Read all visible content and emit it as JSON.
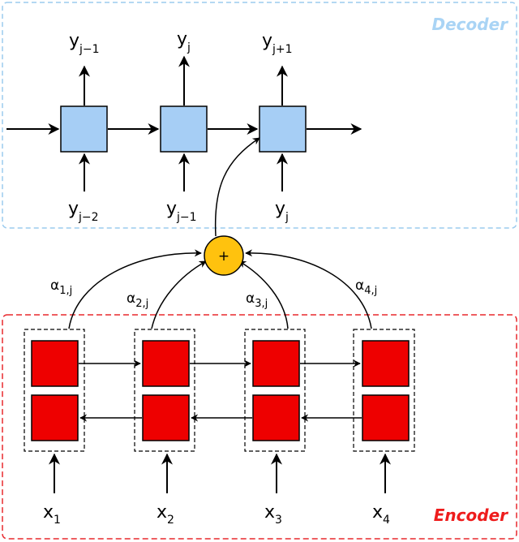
{
  "decoder": {
    "title": "Decoder",
    "title_color": "#a9d4f5",
    "outputs": [
      {
        "base": "y",
        "sub": "j−1"
      },
      {
        "base": "y",
        "sub": "j"
      },
      {
        "base": "y",
        "sub": "j+1"
      }
    ],
    "inputs": [
      {
        "base": "y",
        "sub": "j−2"
      },
      {
        "base": "y",
        "sub": "j−1"
      },
      {
        "base": "y",
        "sub": "j"
      }
    ],
    "cell_color": "#a6cef5"
  },
  "encoder": {
    "title": "Encoder",
    "title_color": "#ee1c1c",
    "inputs": [
      {
        "base": "x",
        "sub": "1"
      },
      {
        "base": "x",
        "sub": "2"
      },
      {
        "base": "x",
        "sub": "3"
      },
      {
        "base": "x",
        "sub": "4"
      }
    ],
    "cell_color": "#ee0000"
  },
  "attention": {
    "weights": [
      {
        "base": "α",
        "sub": "1,j"
      },
      {
        "base": "α",
        "sub": "2,j"
      },
      {
        "base": "α",
        "sub": "3,j"
      },
      {
        "base": "α",
        "sub": "4,j"
      }
    ],
    "sum_symbol": "+",
    "sum_color": "#ffc20e"
  }
}
